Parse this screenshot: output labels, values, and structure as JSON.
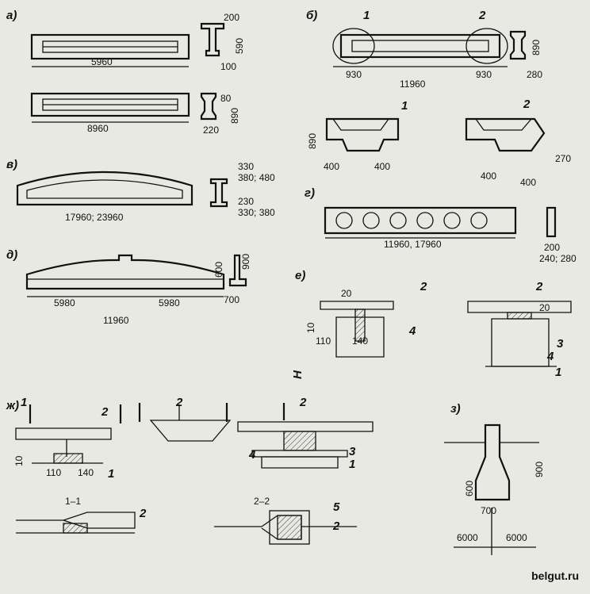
{
  "labels": {
    "a": "а)",
    "b": "б)",
    "v": "в)",
    "g": "г)",
    "d": "д)",
    "e": "е)",
    "zh": "ж)",
    "z": "з)"
  },
  "section_marks": {
    "s11": "1–1",
    "s22": "2–2"
  },
  "callouts": [
    "1",
    "2",
    "3",
    "4",
    "5"
  ],
  "dims": {
    "a1_length": "5960",
    "a1_w": "200",
    "a1_h": "590",
    "a1_b": "100",
    "a2_length": "8960",
    "a2_w": "80",
    "a2_h": "890",
    "a2_b": "220",
    "b_left": "930",
    "b_total": "11960",
    "b_right": "930",
    "b_h": "890",
    "b_b": "280",
    "b_sup_h": "890",
    "b_sup_w1": "400",
    "b_sup_w2": "400",
    "b_sup_w3": "400",
    "b_sup_w4": "400",
    "b_sup_w5": "270",
    "v_length": "17960; 23960",
    "v_top": "330",
    "v_top2": "380; 480",
    "v_bot": "230",
    "v_bot2": "330; 380",
    "g_length": "11960, 17960",
    "g_w": "200",
    "g_w2": "240; 280",
    "d_left": "5980",
    "d_right": "5980",
    "d_total": "11960",
    "d_h1": "600",
    "d_h2": "900",
    "d_b": "700",
    "e_20a": "20",
    "e_10": "10",
    "e_110": "110",
    "e_140": "140",
    "e_H": "H",
    "e_20b": "20",
    "zh_110": "110",
    "zh_140": "140",
    "zh_10": "10",
    "z_900": "900",
    "z_600": "600",
    "z_700": "700",
    "z_6000a": "6000",
    "z_6000b": "6000"
  },
  "watermark": "belgut.ru"
}
